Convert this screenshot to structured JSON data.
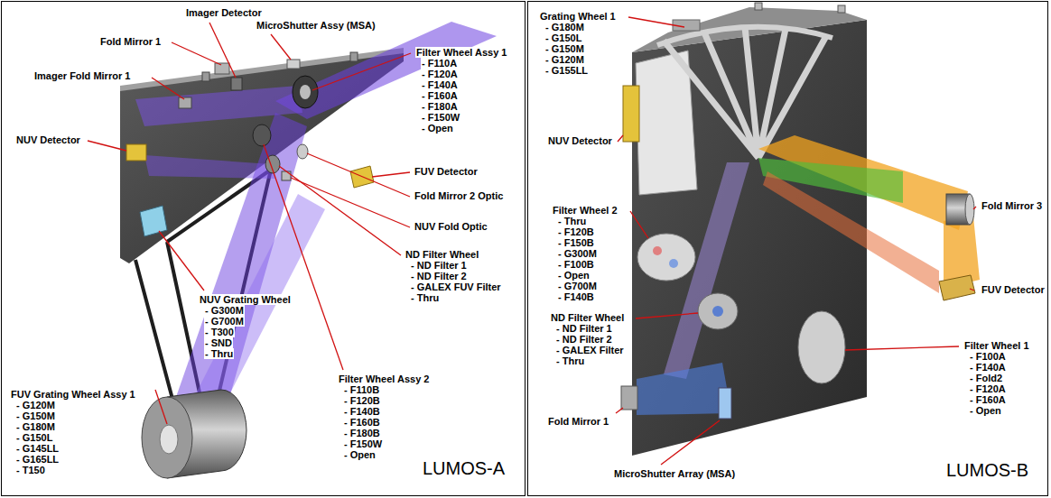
{
  "diagram": {
    "nodes": [
      {
        "text": [
          "LUMOS-A"
        ]
      },
      {
        "text": [
          "LUMOS-B"
        ]
      }
    ],
    "labels": [
      "Fold Mirror 1",
      "Imager Detector",
      "MicroShutter Assy (MSA)",
      "Imager Fold Mirror 1",
      "Filter Wheel Assy 1",
      "- F110A",
      "- F120A",
      "- F140A",
      "- F160A",
      "- F180A",
      "- F150W",
      "- Open",
      "NUV Detector",
      "FUV Detector",
      "Fold Mirror 2 Optic",
      "NUV Fold Optic",
      "ND Filter Wheel",
      "- ND Filter 1",
      "- ND Filter 2",
      "- GALEX FUV Filter",
      "- Thru",
      "NUV Grating Wheel",
      "- G300M",
      "- G700M",
      "- T300",
      "- SND",
      "- Thru",
      "Filter Wheel Assy 2",
      "- F110B",
      "- F120B",
      "- F140B",
      "- F160B",
      "- F180B",
      "- F150W",
      "- Open",
      "FUV Grating Wheel Assy 1",
      "- G120M",
      "- G150M",
      "- G180M",
      "- G150L",
      "- G145LL",
      "- G165LL",
      "- T150",
      "Grating Wheel 1",
      "- G180M",
      "- G150L",
      "- G150M",
      "- G120M",
      "- G155LL",
      "NUV Detector",
      "Fold Mirror 3",
      "Filter Wheel 2",
      "- Thru",
      "- F120B",
      "- F150B",
      "- G300M",
      "- F100B",
      "- Open",
      "- G700M",
      "- F140B",
      "FUV Detector",
      "ND Filter Wheel",
      "- ND Filter 1",
      "- ND Filter 2",
      "- GALEX Filter",
      "- Thru",
      "Filter Wheel 1",
      "- F100A",
      "- F140A",
      "- Fold2",
      "- F120A",
      "- F160A",
      "- Open",
      "Fold Mirror 1",
      "MicroShutter Array (MSA)"
    ]
  }
}
